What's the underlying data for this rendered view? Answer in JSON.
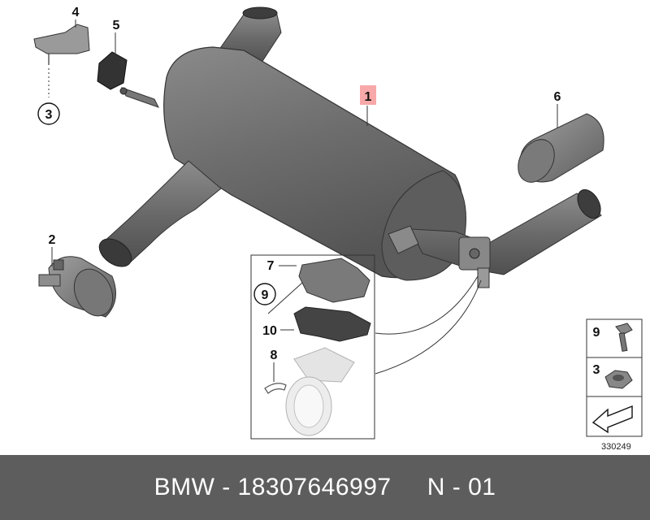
{
  "callouts": {
    "c1": "1",
    "c2": "2",
    "c3": "3",
    "c4": "4",
    "c5": "5",
    "c6": "6",
    "c7": "7",
    "c8": "8",
    "c9": "9",
    "c10": "10"
  },
  "legend": {
    "item9": "9",
    "item3": "3"
  },
  "image_id": "330249",
  "footer": {
    "text": "BMW - 18307646997     N - 01"
  },
  "colors": {
    "footer_bg": "#5d5d5d",
    "highlight": "#f7a8a8",
    "part_dark": "#6e6e6e"
  }
}
